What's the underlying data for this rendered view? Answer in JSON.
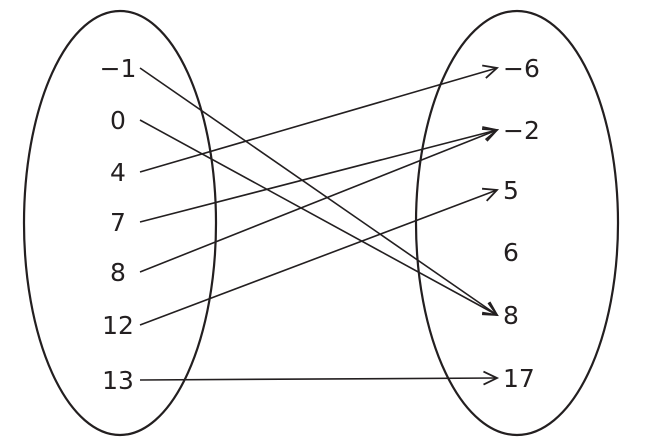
{
  "domain_set": [
    "−1",
    "0",
    "4",
    "7",
    "8",
    "12",
    "13"
  ],
  "range_set": [
    "−6",
    "−2",
    "5",
    "6",
    "8",
    "17"
  ],
  "mappings": [
    {
      "from": 0,
      "to": 4
    },
    {
      "from": 1,
      "to": 4
    },
    {
      "from": 2,
      "to": 0
    },
    {
      "from": 3,
      "to": 1
    },
    {
      "from": 4,
      "to": 1
    },
    {
      "from": 5,
      "to": 2
    },
    {
      "from": 6,
      "to": 5
    }
  ],
  "stroke_color": "#231f20"
}
